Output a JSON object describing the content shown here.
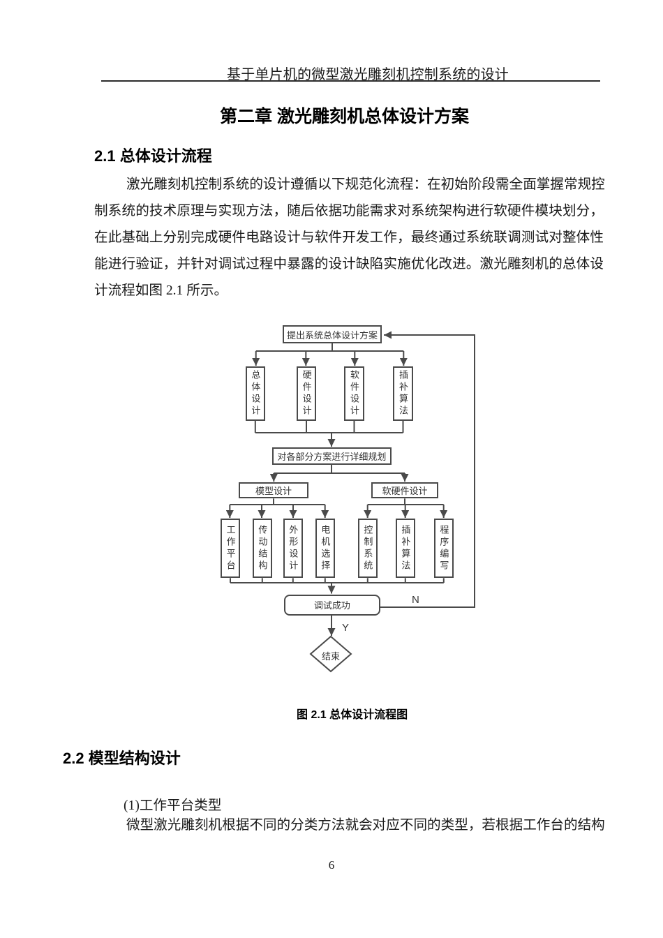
{
  "doc": {
    "header": "基于单片机的微型激光雕刻机控制系统的设计",
    "chapter_title": "第二章 激光雕刻机总体设计方案",
    "section_2_1": "2.1 总体设计流程",
    "para1_lines": [
      "激光雕刻机控制系统的设计遵循以下规范化流程：在初始阶段需全面掌握常规控",
      "制系统的技术原理与实现方法，随后依据功能需求对系统架构进行软硬件模块划分，",
      "在此基础上分别完成硬件电路设计与软件开发工作，最终通过系统联调测试对整体性",
      "能进行验证，并针对调试过程中暴露的设计缺陷实施优化改进。激光雕刻机的总体设",
      "计流程如图 2.1 所示。"
    ],
    "figure_caption": "图 2.1 总体设计流程图",
    "section_2_2": "2.2 模型结构设计",
    "list_item": "(1)工作平台类型",
    "para2_line": "微型激光雕刻机根据不同的分类方法就会对应不同的类型，若根据工作台的结构",
    "page_number": "6"
  },
  "fc": {
    "start": "提出系统总体设计方案",
    "branch1": [
      "总体设计",
      "硬件设计",
      "软件设计",
      "插补算法"
    ],
    "plan": "对各部分方案进行详细规划",
    "model": "模型设计",
    "swhw": "软硬件设计",
    "model_children": [
      "工作平台",
      "传动结构",
      "外形设计",
      "电机选择"
    ],
    "swhw_children": [
      "控制系统",
      "插补算法",
      "程序编写"
    ],
    "debug": "调试成功",
    "end": "结束",
    "n": "N",
    "y": "Y",
    "colors": {
      "line": "#4a4a4a",
      "node_text": "#333333"
    }
  }
}
